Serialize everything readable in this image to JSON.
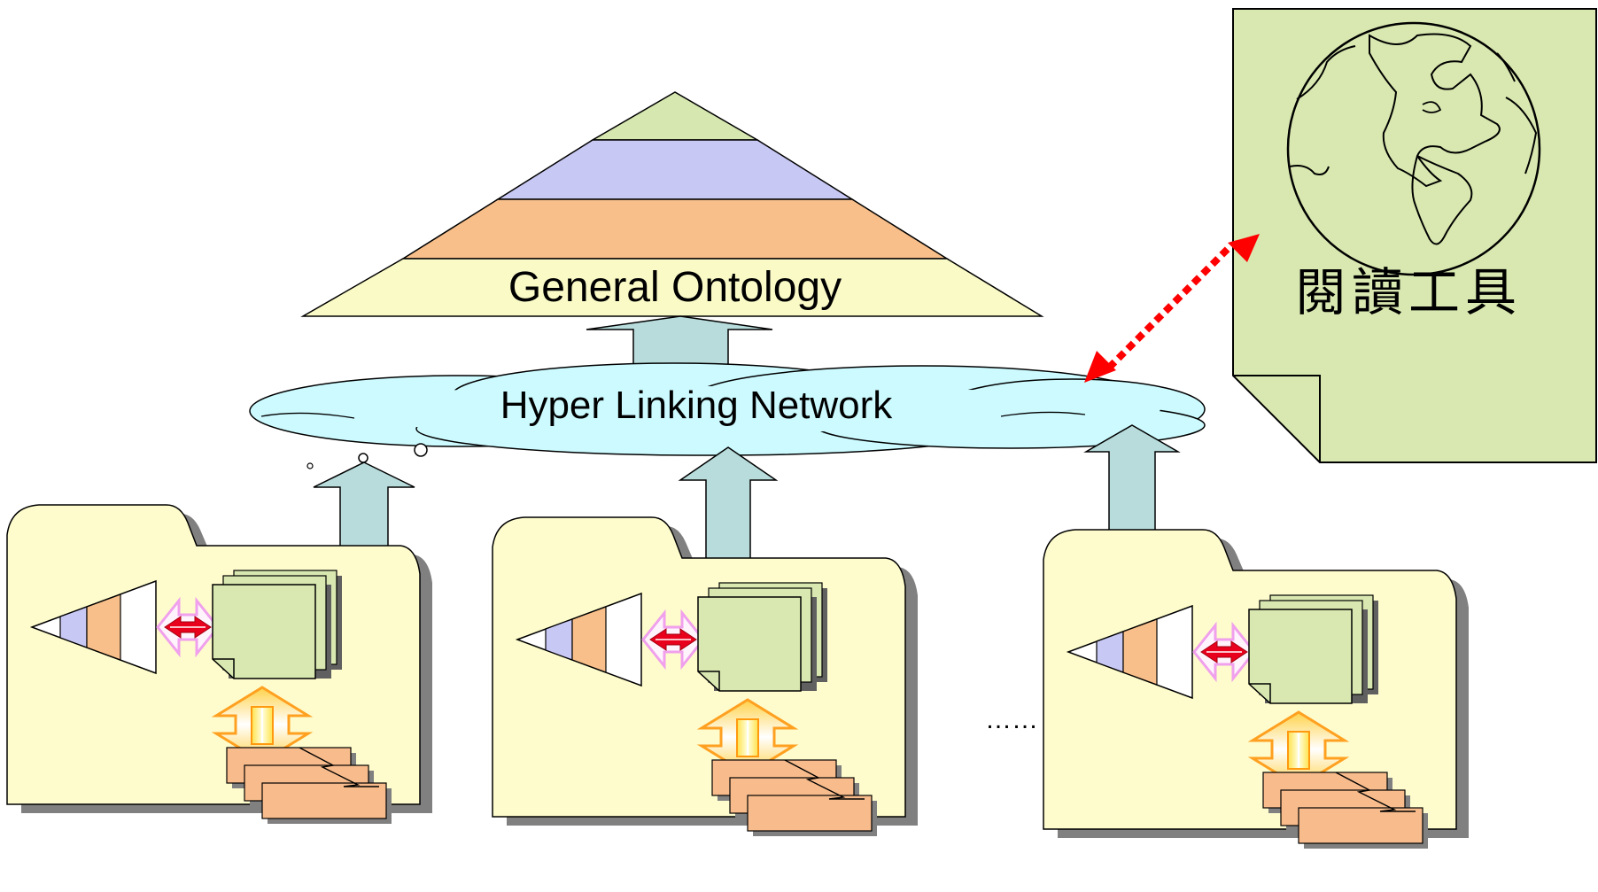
{
  "ontology": {
    "label": "General Ontology",
    "layer_colors": [
      "#d6e8b0",
      "#c8c8f4",
      "#f8bf8a",
      "#fafac7"
    ]
  },
  "network": {
    "label": "Hyper Linking Network",
    "color": "#ccfaff"
  },
  "reader_tool": {
    "label": "閱讀工具",
    "color": "#d8e8b0",
    "icon": "globe-icon"
  },
  "repositories": {
    "count": 3,
    "folder_color": "#fefccc",
    "page_color": "#d8e8b0",
    "card_color": "#f8bc8c",
    "gap_marker": "……"
  },
  "colors": {
    "arrow_up": "#b8dcdc",
    "link_arrow": "#ff0000",
    "swap_arrow": "#ffa020"
  }
}
